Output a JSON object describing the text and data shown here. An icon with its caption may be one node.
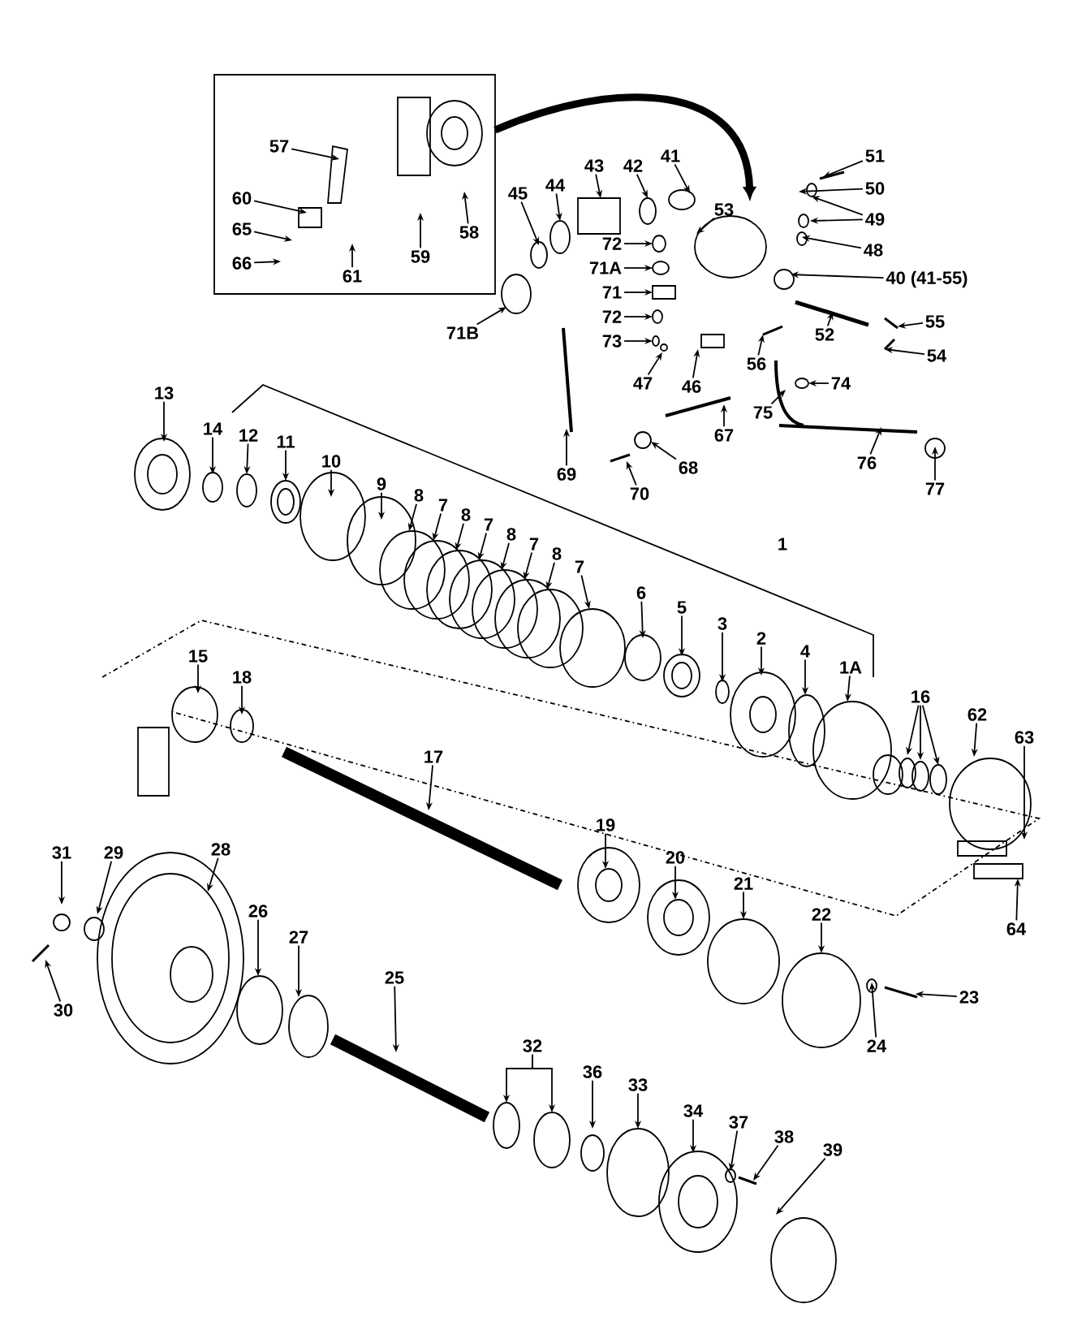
{
  "diagram": {
    "nodes": [
      {
        "text": [
          "57"
        ]
      },
      {
        "text": [
          "60"
        ]
      },
      {
        "text": [
          "65"
        ]
      },
      {
        "text": [
          "66"
        ]
      },
      {
        "text": [
          "61"
        ]
      },
      {
        "text": [
          "59"
        ]
      },
      {
        "text": [
          "58"
        ]
      },
      {
        "text": [
          "45"
        ]
      },
      {
        "text": [
          "44"
        ]
      },
      {
        "text": [
          "43"
        ]
      },
      {
        "text": [
          "42"
        ]
      },
      {
        "text": [
          "41"
        ]
      },
      {
        "text": [
          "53"
        ]
      },
      {
        "text": [
          "51"
        ]
      },
      {
        "text": [
          "50"
        ]
      },
      {
        "text": [
          "49"
        ]
      },
      {
        "text": [
          "48"
        ]
      },
      {
        "text": [
          "72"
        ]
      },
      {
        "text": [
          "71A"
        ]
      },
      {
        "text": [
          "40 (41-55)"
        ]
      },
      {
        "text": [
          "71"
        ]
      },
      {
        "text": [
          "72"
        ]
      },
      {
        "text": [
          "73"
        ]
      },
      {
        "text": [
          "71B"
        ]
      },
      {
        "text": [
          "47"
        ]
      },
      {
        "text": [
          "46"
        ]
      },
      {
        "text": [
          "56"
        ]
      },
      {
        "text": [
          "52"
        ]
      },
      {
        "text": [
          "55"
        ]
      },
      {
        "text": [
          "54"
        ]
      },
      {
        "text": [
          "75"
        ]
      },
      {
        "text": [
          "74"
        ]
      },
      {
        "text": [
          "67"
        ]
      },
      {
        "text": [
          "68"
        ]
      },
      {
        "text": [
          "69"
        ]
      },
      {
        "text": [
          "70"
        ]
      },
      {
        "text": [
          "76"
        ]
      },
      {
        "text": [
          "77"
        ]
      },
      {
        "text": [
          "13"
        ]
      },
      {
        "text": [
          "14"
        ]
      },
      {
        "text": [
          "12"
        ]
      },
      {
        "text": [
          "11"
        ]
      },
      {
        "text": [
          "10"
        ]
      },
      {
        "text": [
          "9"
        ]
      },
      {
        "text": [
          "8"
        ]
      },
      {
        "text": [
          "7"
        ]
      },
      {
        "text": [
          "8"
        ]
      },
      {
        "text": [
          "7"
        ]
      },
      {
        "text": [
          "8"
        ]
      },
      {
        "text": [
          "7"
        ]
      },
      {
        "text": [
          "8"
        ]
      },
      {
        "text": [
          "7"
        ]
      },
      {
        "text": [
          "6"
        ]
      },
      {
        "text": [
          "5"
        ]
      },
      {
        "text": [
          "3"
        ]
      },
      {
        "text": [
          "2"
        ]
      },
      {
        "text": [
          "4"
        ]
      },
      {
        "text": [
          "1A"
        ]
      },
      {
        "text": [
          "16"
        ]
      },
      {
        "text": [
          "62"
        ]
      },
      {
        "text": [
          "63"
        ]
      },
      {
        "text": [
          "15"
        ]
      },
      {
        "text": [
          "18"
        ]
      },
      {
        "text": [
          "17"
        ]
      },
      {
        "text": [
          "19"
        ]
      },
      {
        "text": [
          "20"
        ]
      },
      {
        "text": [
          "21"
        ]
      },
      {
        "text": [
          "22"
        ]
      },
      {
        "text": [
          "64"
        ]
      },
      {
        "text": [
          "31"
        ]
      },
      {
        "text": [
          "29"
        ]
      },
      {
        "text": [
          "28"
        ]
      },
      {
        "text": [
          "30"
        ]
      },
      {
        "text": [
          "26"
        ]
      },
      {
        "text": [
          "27"
        ]
      },
      {
        "text": [
          "23"
        ]
      },
      {
        "text": [
          "24"
        ]
      },
      {
        "text": [
          "25"
        ]
      },
      {
        "text": [
          "32"
        ]
      },
      {
        "text": [
          "36"
        ]
      },
      {
        "text": [
          "33"
        ]
      },
      {
        "text": [
          "34"
        ]
      },
      {
        "text": [
          "37"
        ]
      },
      {
        "text": [
          "38"
        ]
      },
      {
        "text": [
          "39"
        ]
      }
    ],
    "edges": [
      {
        "from": 0,
        "to": null,
        "arrow": "to"
      },
      {
        "from": 1,
        "to": null,
        "arrow": "to"
      },
      {
        "from": 2,
        "to": null,
        "arrow": "to"
      },
      {
        "from": 3,
        "to": null,
        "arrow": "to"
      },
      {
        "from": 4,
        "to": null,
        "arrow": "to"
      },
      {
        "from": 5,
        "to": null,
        "arrow": "to"
      },
      {
        "from": 6,
        "to": null,
        "arrow": "to"
      },
      {
        "from": 7,
        "to": null,
        "arrow": "to"
      },
      {
        "from": 8,
        "to": null,
        "arrow": "to"
      },
      {
        "from": 9,
        "to": null,
        "arrow": "to"
      },
      {
        "from": 10,
        "to": null,
        "arrow": "to"
      },
      {
        "from": 11,
        "to": null,
        "arrow": "to"
      },
      {
        "from": 12,
        "to": null,
        "arrow": "to"
      },
      {
        "from": 13,
        "to": null,
        "arrow": "to"
      },
      {
        "from": 14,
        "to": null,
        "arrow": "to"
      },
      {
        "from": 15,
        "to": null,
        "arrow": "to"
      },
      {
        "from": 15,
        "to": null,
        "arrow": "to"
      },
      {
        "from": 16,
        "to": null,
        "arrow": "to"
      },
      {
        "from": 17,
        "to": null,
        "arrow": "to"
      },
      {
        "from": 18,
        "to": null,
        "arrow": "to"
      },
      {
        "from": 19,
        "to": null,
        "arrow": "to"
      },
      {
        "from": 20,
        "to": null,
        "arrow": "to"
      },
      {
        "from": 21,
        "to": null,
        "arrow": "to"
      },
      {
        "from": 22,
        "to": null,
        "arrow": "to"
      },
      {
        "from": 23,
        "to": null,
        "arrow": "to"
      },
      {
        "from": 24,
        "to": null,
        "arrow": "to"
      },
      {
        "from": 25,
        "to": null,
        "arrow": "to"
      },
      {
        "from": 26,
        "to": null,
        "arrow": "to"
      },
      {
        "from": 27,
        "to": null,
        "arrow": "to"
      },
      {
        "from": 28,
        "to": null,
        "arrow": "to"
      },
      {
        "from": 29,
        "to": null,
        "arrow": "to"
      },
      {
        "from": 30,
        "to": null,
        "arrow": "to"
      },
      {
        "from": 31,
        "to": null,
        "arrow": "to"
      },
      {
        "from": 32,
        "to": null,
        "arrow": "to"
      },
      {
        "from": 33,
        "to": null,
        "arrow": "to"
      },
      {
        "from": 34,
        "to": null,
        "arrow": "to"
      },
      {
        "from": 35,
        "to": null,
        "arrow": "to"
      },
      {
        "from": 36,
        "to": null,
        "arrow": "to"
      },
      {
        "from": 37,
        "to": null,
        "arrow": "to"
      },
      {
        "from": 38,
        "to": null,
        "arrow": "to"
      },
      {
        "from": 39,
        "to": null,
        "arrow": "to"
      },
      {
        "from": 40,
        "to": null,
        "arrow": "to"
      },
      {
        "from": 41,
        "to": null,
        "arrow": "to"
      },
      {
        "from": 42,
        "to": null,
        "arrow": "to"
      },
      {
        "from": 43,
        "to": null,
        "arrow": "to"
      },
      {
        "from": 44,
        "to": null,
        "arrow": "to"
      },
      {
        "from": 45,
        "to": null,
        "arrow": "to"
      },
      {
        "from": 46,
        "to": null,
        "arrow": "to"
      },
      {
        "from": 47,
        "to": null,
        "arrow": "to"
      },
      {
        "from": 48,
        "to": null,
        "arrow": "to"
      },
      {
        "from": 49,
        "to": null,
        "arrow": "to"
      },
      {
        "from": 50,
        "to": null,
        "arrow": "to"
      },
      {
        "from": 51,
        "to": null,
        "arrow": "to"
      },
      {
        "from": 52,
        "to": null,
        "arrow": "to"
      },
      {
        "from": 53,
        "to": null,
        "arrow": "to"
      },
      {
        "from": 54,
        "to": null,
        "arrow": "to"
      },
      {
        "from": 55,
        "to": null,
        "arrow": "to"
      },
      {
        "from": 56,
        "to": null,
        "arrow": "to"
      },
      {
        "from": 57,
        "to": null,
        "arrow": "to"
      },
      {
        "from": 58,
        "to": null,
        "arrow": "to"
      },
      {
        "from": 58,
        "to": null,
        "arrow": "to"
      },
      {
        "from": 58,
        "to": null,
        "arrow": "to"
      },
      {
        "from": 59,
        "to": null,
        "arrow": "to"
      },
      {
        "from": 60,
        "to": null,
        "arrow": "to"
      },
      {
        "from": 61,
        "to": null,
        "arrow": "to"
      },
      {
        "from": 62,
        "to": null,
        "arrow": "to"
      },
      {
        "from": 63,
        "to": null,
        "arrow": "to"
      },
      {
        "from": 64,
        "to": null,
        "arrow": "to"
      },
      {
        "from": 65,
        "to": null,
        "arrow": "to"
      },
      {
        "from": 66,
        "to": null,
        "arrow": "to"
      },
      {
        "from": 67,
        "to": null,
        "arrow": "to"
      },
      {
        "from": 68,
        "to": null,
        "arrow": "to"
      },
      {
        "from": 69,
        "to": null,
        "arrow": "to"
      },
      {
        "from": 70,
        "to": null,
        "arrow": "to"
      },
      {
        "from": 71,
        "to": null,
        "arrow": "to"
      },
      {
        "from": 72,
        "to": null,
        "arrow": "to"
      },
      {
        "from": 73,
        "to": null,
        "arrow": "to"
      },
      {
        "from": 74,
        "to": null,
        "arrow": "to"
      },
      {
        "from": 75,
        "to": null,
        "arrow": "to"
      },
      {
        "from": 76,
        "to": null,
        "arrow": "to"
      },
      {
        "from": 77,
        "to": null,
        "arrow": "to"
      },
      {
        "from": 78,
        "to": null,
        "arrow": "to"
      },
      {
        "from": 78,
        "to": null,
        "arrow": "to"
      },
      {
        "from": 79,
        "to": null,
        "arrow": "to"
      },
      {
        "from": 80,
        "to": null,
        "arrow": "to"
      },
      {
        "from": 81,
        "to": null,
        "arrow": "to"
      },
      {
        "from": 82,
        "to": null,
        "arrow": "to"
      },
      {
        "from": 83,
        "to": null,
        "arrow": "to"
      },
      {
        "from": 84,
        "to": null,
        "arrow": "to"
      }
    ],
    "labels": [
      "1"
    ]
  }
}
